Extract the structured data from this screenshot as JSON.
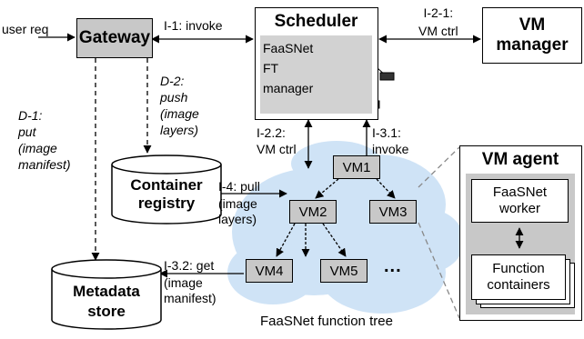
{
  "gateway": {
    "label": "Gateway"
  },
  "user_req": "user req",
  "scheduler": {
    "label": "Scheduler",
    "ft_manager": [
      "FaaSNet",
      "FT",
      "manager"
    ]
  },
  "vm_manager": {
    "label": [
      "VM",
      "manager"
    ]
  },
  "container_registry": {
    "label": [
      "Container",
      "registry"
    ]
  },
  "metadata_store": {
    "label": [
      "Metadata",
      "store"
    ]
  },
  "edges": {
    "i1": "I-1: invoke",
    "i21": [
      "I-2-1:",
      "VM ctrl"
    ],
    "i22": [
      "I-2.2:",
      "VM ctrl"
    ],
    "i31": [
      "I-3.1:",
      "invoke"
    ],
    "i32": [
      "I-3.2: get",
      "(image",
      "manifest)"
    ],
    "i4": [
      "I-4: pull",
      "(image",
      "layers)"
    ],
    "d1": [
      "D-1:",
      "put",
      "(image",
      "manifest)"
    ],
    "d2": [
      "D-2:",
      "push",
      "(image",
      "layers)"
    ]
  },
  "tree": {
    "nodes": [
      "VM1",
      "VM2",
      "VM3",
      "VM4",
      "VM5"
    ],
    "ellipsis": "...",
    "caption": "FaaSNet function tree"
  },
  "vm_agent": {
    "title": "VM agent",
    "worker": [
      "FaaSNet",
      "worker"
    ],
    "containers": [
      "Function",
      "containers"
    ]
  }
}
